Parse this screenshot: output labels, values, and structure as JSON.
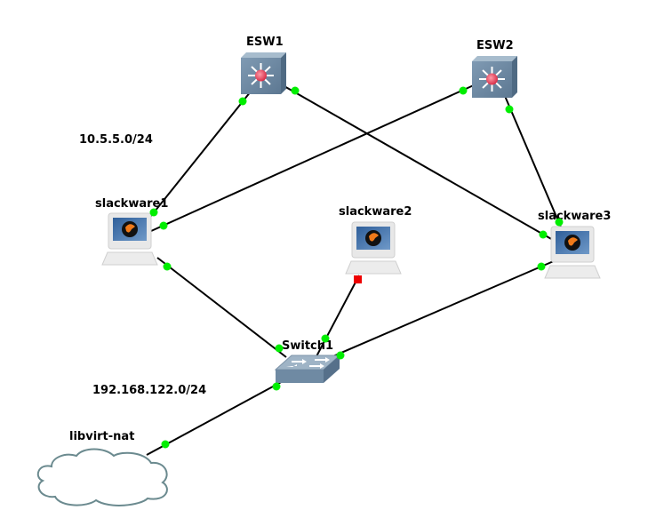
{
  "topology": {
    "nodes": [
      {
        "id": "esw1",
        "label": "ESW1",
        "type": "multilayer-switch"
      },
      {
        "id": "esw2",
        "label": "ESW2",
        "type": "multilayer-switch"
      },
      {
        "id": "slackware1",
        "label": "slackware1",
        "type": "qemu-host"
      },
      {
        "id": "slackware2",
        "label": "slackware2",
        "type": "qemu-host"
      },
      {
        "id": "slackware3",
        "label": "slackware3",
        "type": "qemu-host"
      },
      {
        "id": "switch1",
        "label": "Switch1",
        "type": "ethernet-switch"
      },
      {
        "id": "libvirt-nat",
        "label": "libvirt-nat",
        "type": "cloud"
      }
    ],
    "links": [
      {
        "from": "esw1",
        "to": "slackware1",
        "status": [
          "up",
          "up"
        ]
      },
      {
        "from": "esw1",
        "to": "slackware3",
        "status": [
          "up",
          "up"
        ]
      },
      {
        "from": "esw2",
        "to": "slackware1",
        "status": [
          "up",
          "up"
        ]
      },
      {
        "from": "esw2",
        "to": "slackware3",
        "status": [
          "up",
          "up"
        ]
      },
      {
        "from": "slackware1",
        "to": "switch1",
        "status": [
          "up",
          "up"
        ]
      },
      {
        "from": "slackware2",
        "to": "switch1",
        "status": [
          "down",
          "up"
        ]
      },
      {
        "from": "slackware3",
        "to": "switch1",
        "status": [
          "up",
          "up"
        ]
      },
      {
        "from": "switch1",
        "to": "libvirt-nat",
        "status": [
          "up",
          "up"
        ]
      }
    ],
    "notes": [
      {
        "id": "net-a",
        "text": "10.5.5.0/24"
      },
      {
        "id": "net-b",
        "text": "192.168.122.0/24"
      }
    ],
    "colors": {
      "link_up": "#00ee00",
      "link_down": "#ee0000",
      "device": "#6f8aa3",
      "cloud_stroke": "#6b8a8f"
    }
  }
}
